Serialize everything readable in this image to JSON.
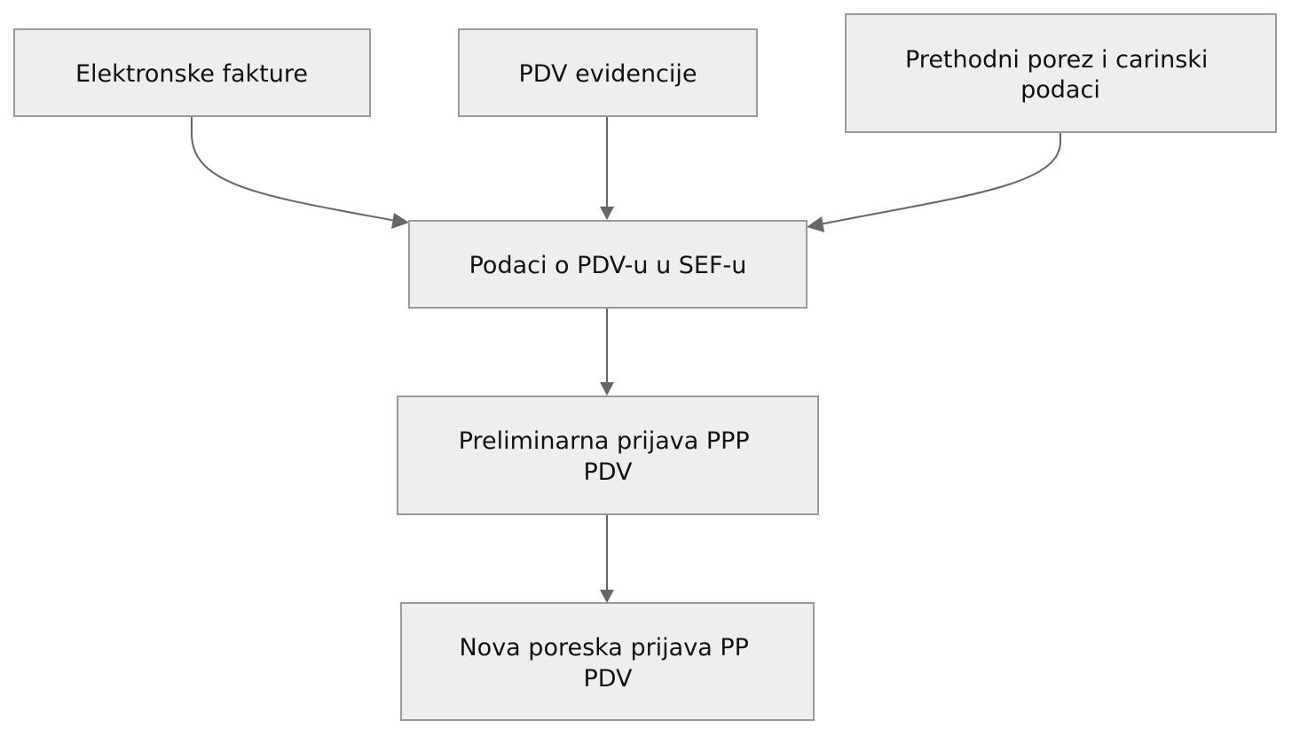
{
  "diagram": {
    "nodes": {
      "elektronske_fakture": {
        "lines": [
          "Elektronske fakture"
        ]
      },
      "pdv_evidencije": {
        "lines": [
          "PDV evidencije"
        ]
      },
      "prethodni_porez": {
        "lines": [
          "Prethodni porez i carinski",
          "podaci"
        ]
      },
      "podaci_sef": {
        "lines": [
          "Podaci o PDV-u u SEF-u"
        ]
      },
      "preliminarna_prijava": {
        "lines": [
          "Preliminarna prijava PPP",
          "PDV"
        ]
      },
      "nova_prijava": {
        "lines": [
          "Nova poreska prijava PP",
          "PDV"
        ]
      }
    },
    "edges": [
      {
        "from": "elektronske_fakture",
        "to": "podaci_sef"
      },
      {
        "from": "pdv_evidencije",
        "to": "podaci_sef"
      },
      {
        "from": "prethodni_porez",
        "to": "podaci_sef"
      },
      {
        "from": "podaci_sef",
        "to": "preliminarna_prijava"
      },
      {
        "from": "preliminarna_prijava",
        "to": "nova_prijava"
      }
    ],
    "colors": {
      "node_fill": "#eeeeee",
      "node_border": "#9a9a9a",
      "edge": "#666666",
      "text": "#111111"
    }
  }
}
